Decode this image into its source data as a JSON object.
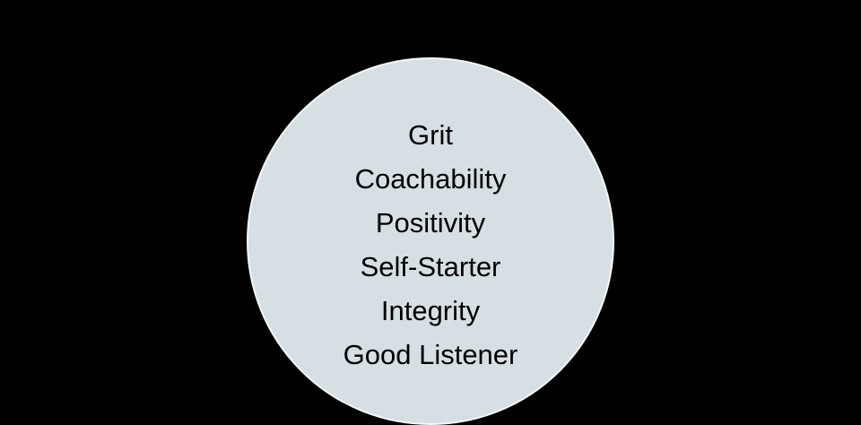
{
  "diagram": {
    "shape": "circle",
    "colors": {
      "background": "#000000",
      "circle_fill": "#D6DFE3",
      "circle_border": "#F4F7F8",
      "text": "#000000"
    },
    "traits": [
      "Grit",
      "Coachability",
      "Positivity",
      "Self-Starter",
      "Integrity",
      "Good Listener"
    ]
  }
}
